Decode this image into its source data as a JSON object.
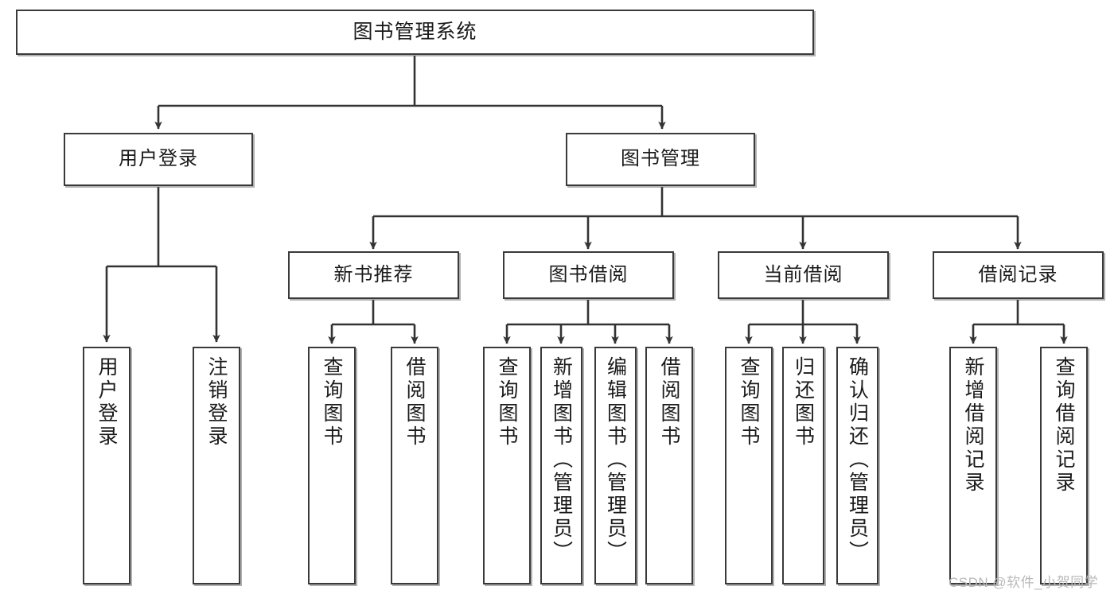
{
  "diagram": {
    "type": "tree-hierarchy",
    "title": "图书管理系统",
    "watermark": "CSDN @软件_小贺同学",
    "colors": {
      "box_border": "#3a3a3a",
      "box_fill": "#ffffff",
      "edge": "#333333",
      "text": "#1a1a1a",
      "watermark": "#b9b9b9",
      "background": "#ffffff"
    },
    "nodes": [
      {
        "id": "root",
        "label": "图书管理系统",
        "level": 0,
        "orientation": "horizontal",
        "parent": null
      },
      {
        "id": "user-login",
        "label": "用户登录",
        "level": 1,
        "orientation": "horizontal",
        "parent": "root"
      },
      {
        "id": "book-manage",
        "label": "图书管理",
        "level": 1,
        "orientation": "horizontal",
        "parent": "root"
      },
      {
        "id": "new-book-rec",
        "label": "新书推荐",
        "level": 2,
        "orientation": "horizontal",
        "parent": "book-manage"
      },
      {
        "id": "book-borrow",
        "label": "图书借阅",
        "level": 2,
        "orientation": "horizontal",
        "parent": "book-manage"
      },
      {
        "id": "current-borrow",
        "label": "当前借阅",
        "level": 2,
        "orientation": "horizontal",
        "parent": "book-manage"
      },
      {
        "id": "borrow-record",
        "label": "借阅记录",
        "level": 2,
        "orientation": "horizontal",
        "parent": "book-manage"
      },
      {
        "id": "leaf-user-login",
        "label": "用户登录",
        "level": 2,
        "orientation": "vertical",
        "parent": "user-login"
      },
      {
        "id": "leaf-logout",
        "label": "注销登录",
        "level": 2,
        "orientation": "vertical",
        "parent": "user-login"
      },
      {
        "id": "leaf-q-book-1",
        "label": "查询图书",
        "level": 3,
        "orientation": "vertical",
        "parent": "new-book-rec"
      },
      {
        "id": "leaf-borrow-1",
        "label": "借阅图书",
        "level": 3,
        "orientation": "vertical",
        "parent": "new-book-rec"
      },
      {
        "id": "leaf-q-book-2",
        "label": "查询图书",
        "level": 3,
        "orientation": "vertical",
        "parent": "book-borrow"
      },
      {
        "id": "leaf-add-book",
        "label": "新增图书（管理员）",
        "level": 3,
        "orientation": "vertical",
        "parent": "book-borrow"
      },
      {
        "id": "leaf-edit-book",
        "label": "编辑图书（管理员）",
        "level": 3,
        "orientation": "vertical",
        "parent": "book-borrow"
      },
      {
        "id": "leaf-borrow-2",
        "label": "借阅图书",
        "level": 3,
        "orientation": "vertical",
        "parent": "book-borrow"
      },
      {
        "id": "leaf-q-book-3",
        "label": "查询图书",
        "level": 3,
        "orientation": "vertical",
        "parent": "current-borrow"
      },
      {
        "id": "leaf-return",
        "label": "归还图书",
        "level": 3,
        "orientation": "vertical",
        "parent": "current-borrow"
      },
      {
        "id": "leaf-confirm",
        "label": "确认归还（管理员）",
        "level": 3,
        "orientation": "vertical",
        "parent": "current-borrow"
      },
      {
        "id": "leaf-add-rec",
        "label": "新增借阅记录",
        "level": 3,
        "orientation": "vertical",
        "parent": "borrow-record"
      },
      {
        "id": "leaf-q-rec",
        "label": "查询借阅记录",
        "level": 3,
        "orientation": "vertical",
        "parent": "borrow-record"
      }
    ]
  }
}
